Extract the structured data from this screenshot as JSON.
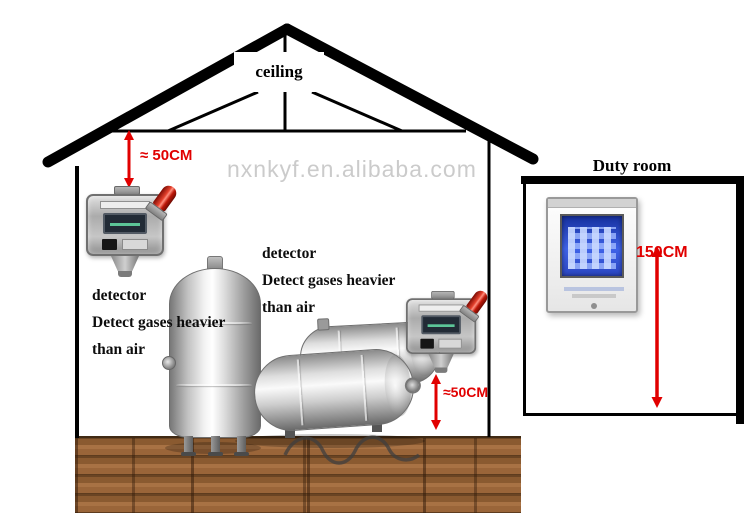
{
  "colors": {
    "structure": "#000000",
    "measure": "#e10000",
    "watermark": "#c9c9c9",
    "beacon_red": "#e5412d",
    "screen_blue": "#3f63e8",
    "floor_brown": "#8a5a30"
  },
  "ceiling": {
    "label": "ceiling"
  },
  "watermark": {
    "text": "nxnkyf.en.alibaba.com"
  },
  "duty_room": {
    "label": "Duty room",
    "height_measure": "150CM"
  },
  "left_detector": {
    "gap_measure": "≈ 50CM",
    "note_line1": "detector",
    "note_line2": "Detect gases heavier",
    "note_line3": "than air"
  },
  "right_detector": {
    "gap_measure": "≈50CM",
    "note_line1": "detector",
    "note_line2": "Detect gases heavier",
    "note_line3": "than air"
  }
}
